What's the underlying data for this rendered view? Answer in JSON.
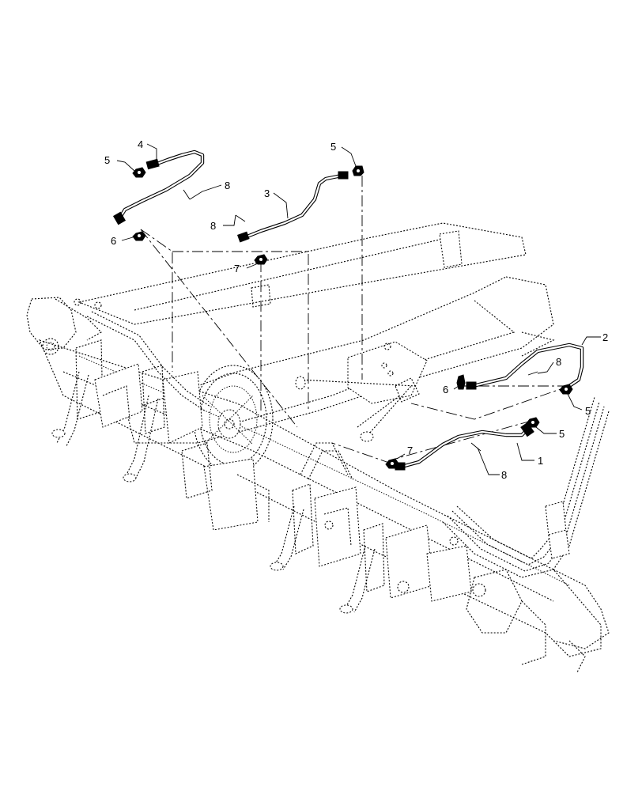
{
  "diagram": {
    "callouts": {
      "hose_1": "1",
      "hose_2": "2",
      "hose_3": "3",
      "hose_4": "4",
      "fitting_5": "5",
      "fitting_6": "6",
      "fitting_7": "7",
      "clamp_8": "8"
    }
  }
}
